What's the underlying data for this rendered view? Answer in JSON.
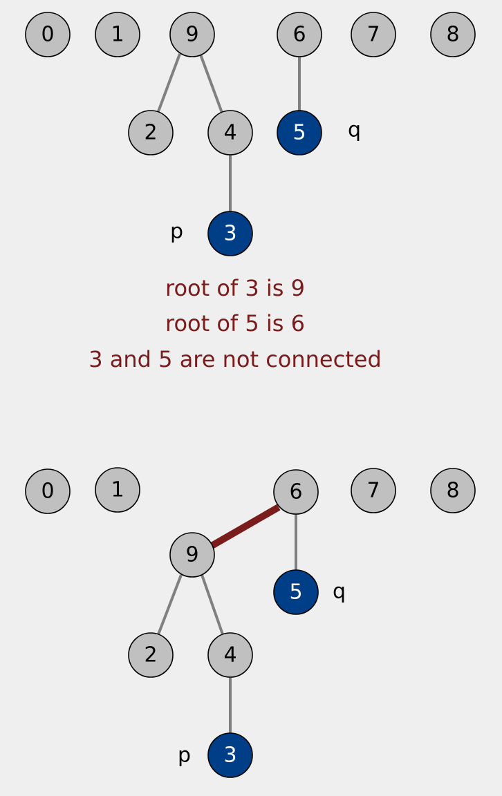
{
  "colors": {
    "background": "#efefef",
    "node_fill": "#c0c0c0",
    "highlight_fill": "#003f87",
    "edge": "#808080",
    "union_edge": "#7a1c1c",
    "message": "#7a1c1c"
  },
  "before": {
    "node_labels": [
      "0",
      "1",
      "9",
      "6",
      "7",
      "8",
      "2",
      "4",
      "5",
      "3"
    ],
    "q_label": "q",
    "p_label": "p"
  },
  "messages": {
    "line1": "root of 3 is 9",
    "line2": "root of 5 is 6",
    "line3": "3 and 5 are not connected"
  },
  "after": {
    "node_labels": [
      "0",
      "1",
      "6",
      "7",
      "8",
      "9",
      "5",
      "2",
      "4",
      "3"
    ],
    "q_label": "q",
    "p_label": "p"
  }
}
